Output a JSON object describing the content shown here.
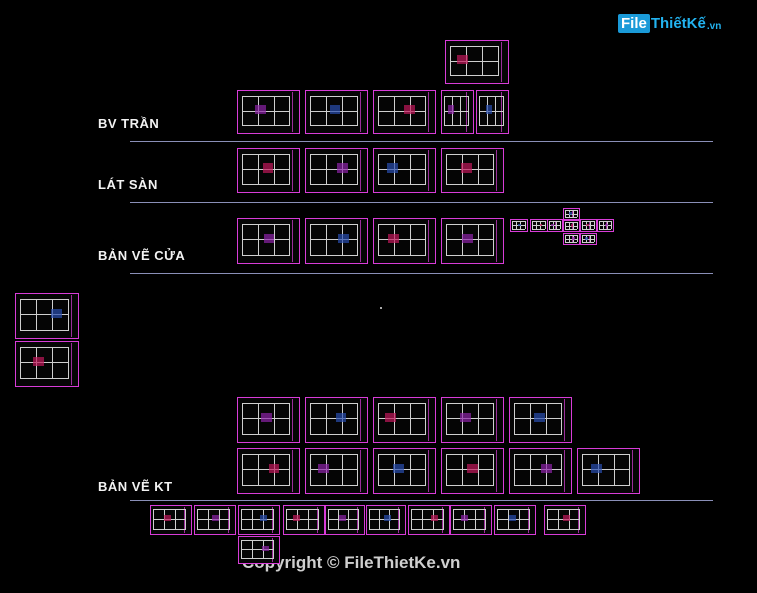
{
  "logo": {
    "brand_box": "File",
    "brand_rest": "ThiếtKế",
    "domain": ".vn"
  },
  "labels": {
    "ceiling": "BV TRẦN",
    "floor": "LÁT SÀN",
    "doors": "BẢN VẼ CỬA",
    "architecture": "BẢN VẼ KT"
  },
  "watermark": "Copyright © FileThietKe.vn",
  "colors": {
    "background": "#000000",
    "sheet_border": "#d83cd8",
    "label": "#f2f2f2",
    "rule": "#8a8fb8",
    "logo": "#22b3f0"
  }
}
